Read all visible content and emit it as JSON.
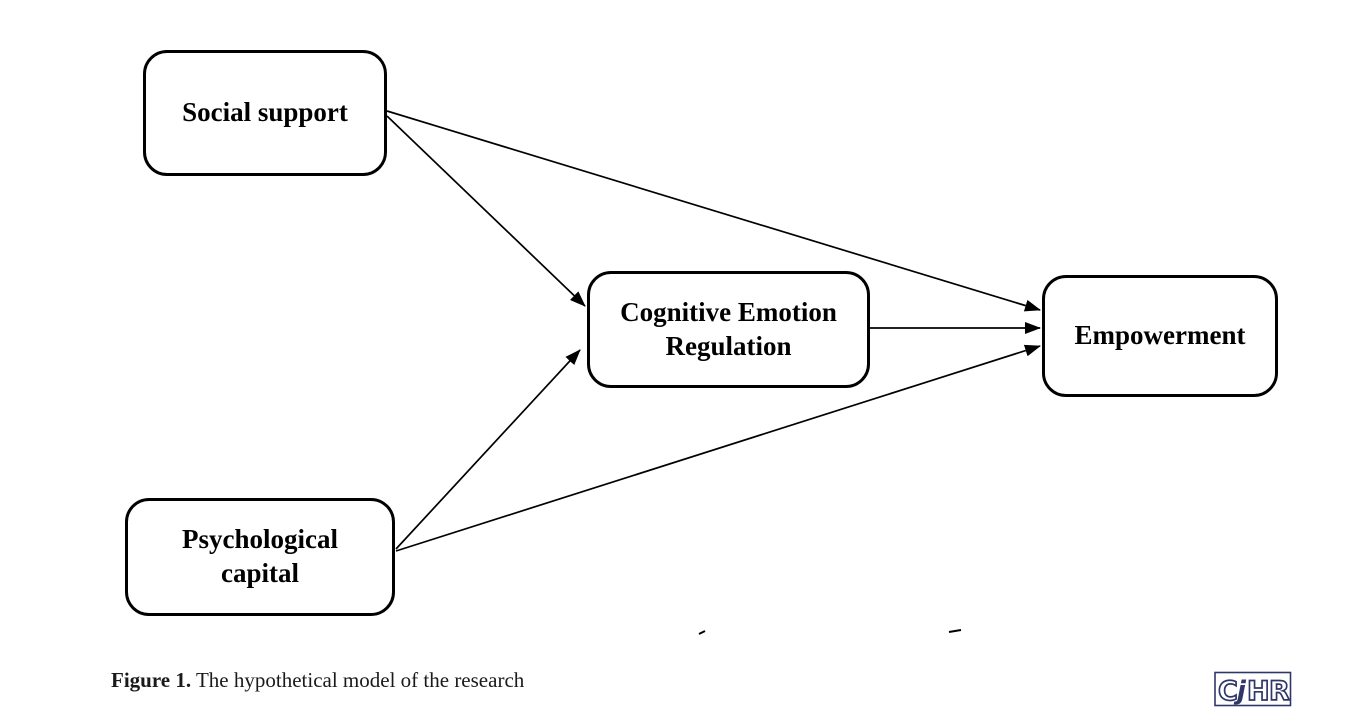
{
  "figure": {
    "caption_label": "Figure 1.",
    "caption_text": " The hypothetical model of the research"
  },
  "nodes": {
    "social_support": {
      "label": "Social support"
    },
    "psychological_capital": {
      "label": "Psychological capital"
    },
    "cognitive_emotion_regulation": {
      "label": "Cognitive Emotion Regulation"
    },
    "empowerment": {
      "label": "Empowerment"
    }
  },
  "edges": [
    {
      "id": "social-to-empowerment",
      "from": "Social support",
      "to": "Empowerment"
    },
    {
      "id": "social-to-cer",
      "from": "Social support",
      "to": "Cognitive Emotion Regulation"
    },
    {
      "id": "psych-to-cer",
      "from": "Psychological capital",
      "to": "Cognitive Emotion Regulation"
    },
    {
      "id": "psych-to-empowerment",
      "from": "Psychological capital",
      "to": "Empowerment"
    },
    {
      "id": "cer-to-empowerment",
      "from": "Cognitive Emotion Regulation",
      "to": "Empowerment"
    }
  ],
  "logo": {
    "letters": [
      "C",
      "j",
      "H",
      "R"
    ]
  },
  "colors": {
    "diagram_stroke": "#000000",
    "background": "#ffffff",
    "logo_navy": "#2f3768"
  }
}
